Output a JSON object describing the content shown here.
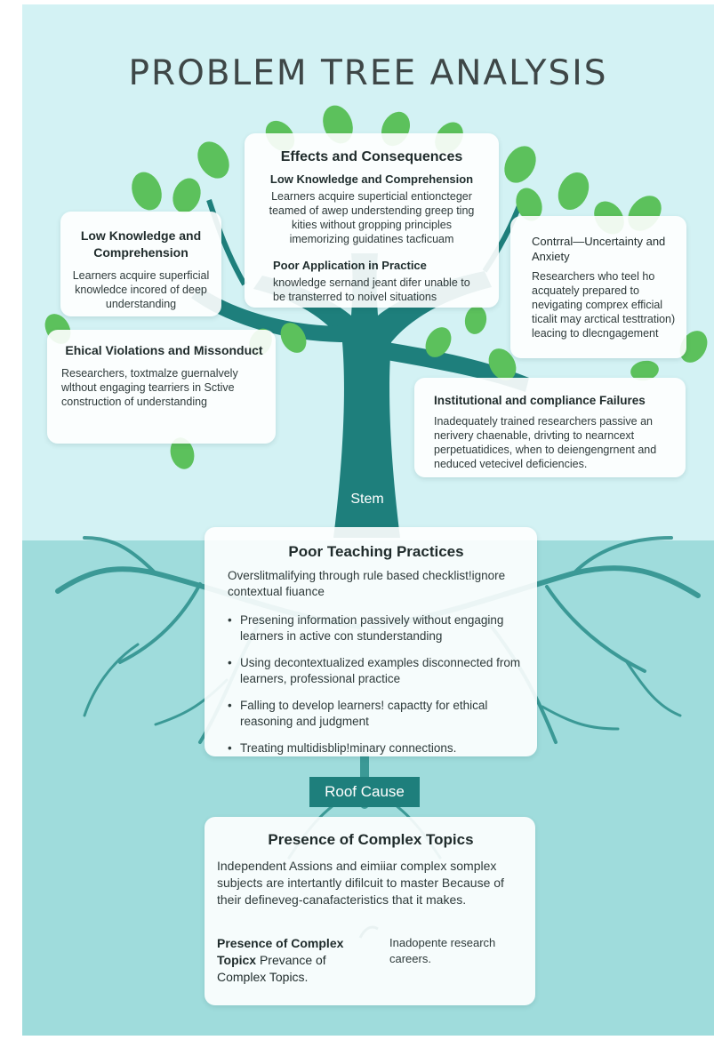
{
  "title": "PROBLEM TREE ANALYSIS",
  "colors": {
    "sky": "#d3f2f4",
    "ground": "#9fdcdc",
    "trunk": "#1e7f7c",
    "leaf": "#5cc15c",
    "card": "#ffffff"
  },
  "effects_card": {
    "heading": "Effects and Consequences",
    "sub1_title": "Low Knowledge and Comprehension",
    "sub1_text": "Learners acquire superticial entioncteger teamed of awep understending greep ting kities without gropping principles imemorizing guidatines tacficuam",
    "sub2_title": "Poor Application in Practice",
    "sub2_text": "knowledge sernand jeant difer unable to be transterred to noivel situations"
  },
  "low_knowledge_card": {
    "heading": "Low Knowledge and Comprehension",
    "text": "Learners acquire superficial knowledce incored of deep understanding"
  },
  "ethical_card": {
    "heading": "Ehical Violations and Missonduct",
    "text": "Researchers, toxtmalze guernalvely wlthout engaging tearriers in Sctive construction of understanding"
  },
  "control_card": {
    "heading": "Contrral—Uncertainty and Anxiety",
    "text": "Researchers who teel ho acquately prepared to nevigating comprex efficial ticalit may arctical testtration) leacing to dlecngagement"
  },
  "institutional_card": {
    "heading": "Institutional and compliance Failures",
    "text": "Inadequately trained researchers passive an nerivery chaenable, drivting to nearncext perpetuatidices, when to deiengengrnent and neduced vetecivel deficiencies."
  },
  "stem_label": "Stem",
  "teaching_card": {
    "heading": "Poor Teaching Practices",
    "lead": "Overslitmalifying through rule based checklist!ignore contextual fiuance",
    "bullets": [
      "Presening information passively without engaging learners in active con stunderstanding",
      "Using decontextualized examples disconnected from learners, professional practice",
      "Falling to develop learners! capactty for ethical reasoning and judgment",
      "Treating multidisblip!minary connections."
    ]
  },
  "root_label": "Roof Cause",
  "complex_card": {
    "heading": "Presence of Complex Topics",
    "lead": "Independent Assions and eimiiar complex somplex subjects are intertantly difilcuit to master Because of their defineveg-canafacteristics that it makes.",
    "left_bold": "Presence of Complex Topicx",
    "left_text": "Prevance of Complex Topics.",
    "right_text": "Inadopente research careers."
  }
}
